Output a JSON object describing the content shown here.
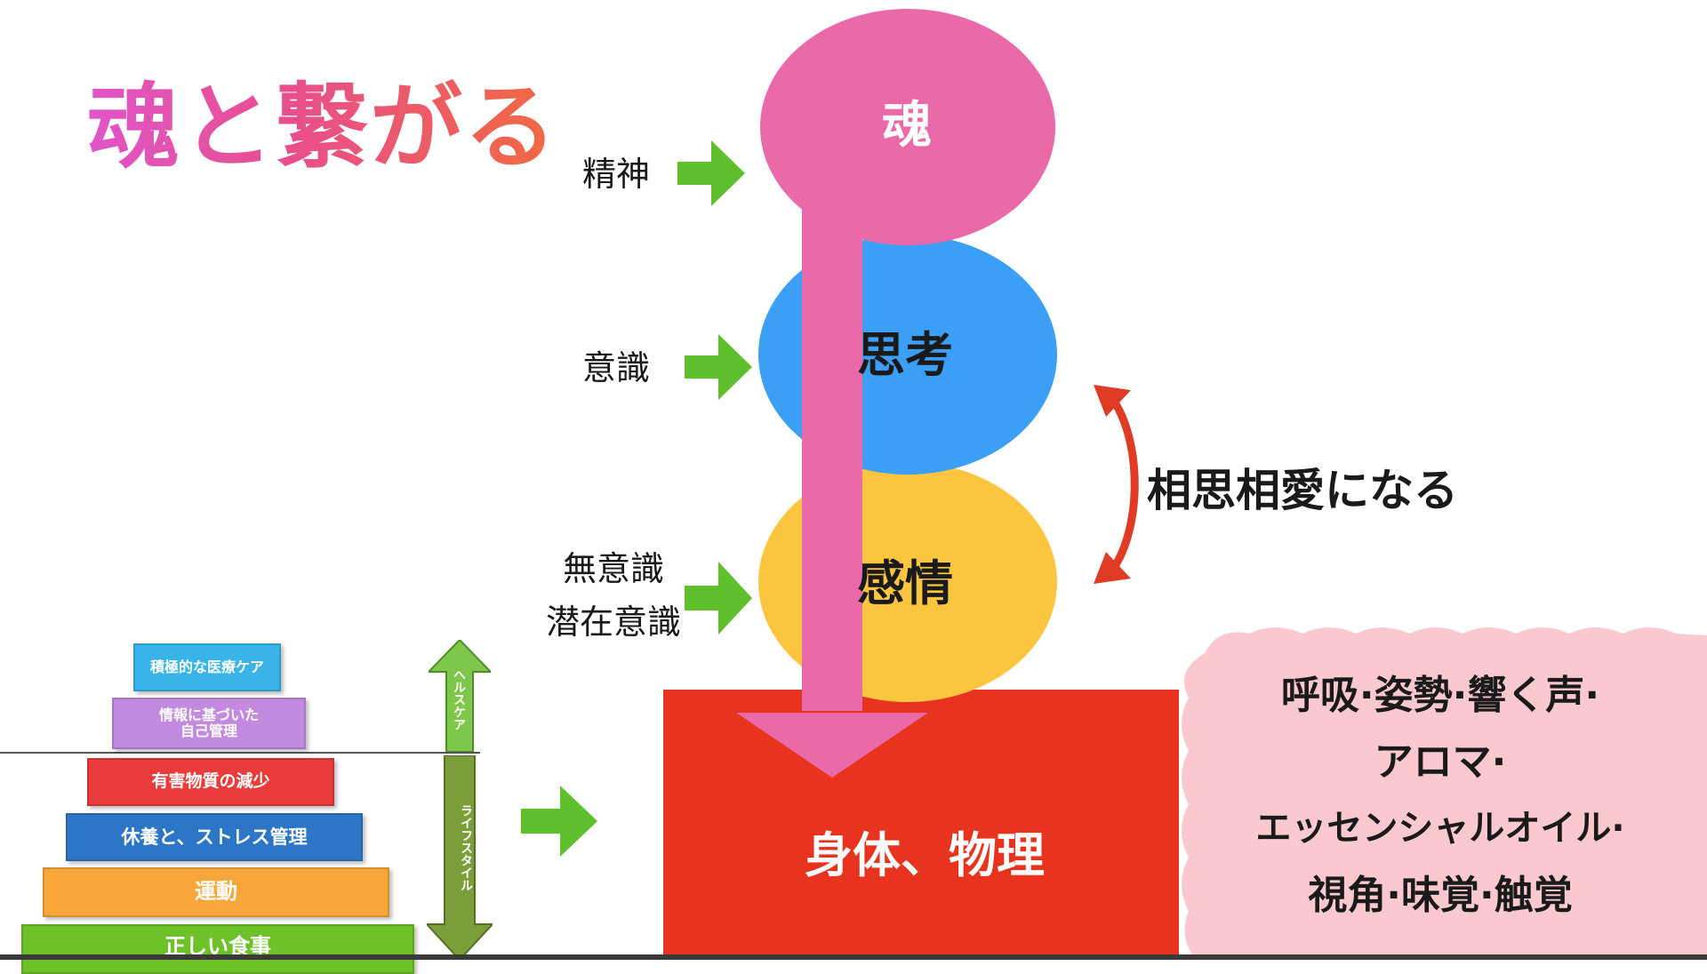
{
  "title": "魂と繋がる",
  "levels": {
    "soul": "魂",
    "thought": "思考",
    "emotion": "感情",
    "body": "身体、物理"
  },
  "side_labels": {
    "spirit": "精神",
    "conscious": "意識",
    "unconscious": "無意識",
    "subconscious": "潜在意識"
  },
  "mutual_love": "相思相愛になる",
  "pyramid": {
    "tier1": "積極的な医療ケア",
    "tier2_line1": "情報に基づいた",
    "tier2_line2": "自己管理",
    "tier3": "有害物質の減少",
    "tier4": "休養と、ストレス管理",
    "tier5": "運動",
    "tier6": "正しい食事",
    "arrow_up_label": "ヘルスケア",
    "arrow_down_label": "ライフスタイル"
  },
  "senses": {
    "line1": "呼吸·姿勢·響く声·",
    "line2": "アロマ·",
    "line3": "エッセンシャルオイル·",
    "line4": "視角·味覚·触覚"
  },
  "colors": {
    "soul": "#ea69a8",
    "thought": "#3a9ff5",
    "emotion": "#fbc540",
    "body": "#e8331f",
    "arrow_pink": "#ea69a8",
    "arrow_green": "#5fbf2c",
    "cloud": "#f9c9cf",
    "curved_arrow": "#e03b25"
  }
}
